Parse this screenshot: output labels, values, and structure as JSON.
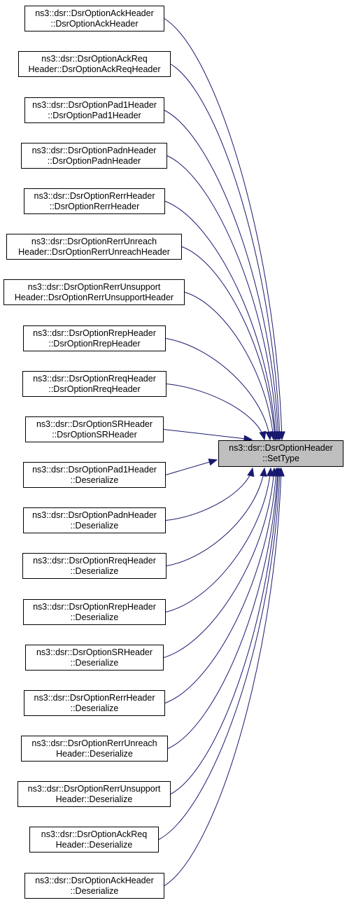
{
  "colors": {
    "edge": "#191970",
    "target_fill": "#bfbfbf",
    "node_fill": "#ffffff",
    "border": "#000000"
  },
  "target": {
    "line1": "ns3::dsr::DsrOptionHeader",
    "line2": "::SetType"
  },
  "callers": [
    {
      "line1": "ns3::dsr::DsrOptionAckHeader",
      "line2": "::DsrOptionAckHeader"
    },
    {
      "line1": "ns3::dsr::DsrOptionAckReq",
      "line2": "Header::DsrOptionAckReqHeader"
    },
    {
      "line1": "ns3::dsr::DsrOptionPad1Header",
      "line2": "::DsrOptionPad1Header"
    },
    {
      "line1": "ns3::dsr::DsrOptionPadnHeader",
      "line2": "::DsrOptionPadnHeader"
    },
    {
      "line1": "ns3::dsr::DsrOptionRerrHeader",
      "line2": "::DsrOptionRerrHeader"
    },
    {
      "line1": "ns3::dsr::DsrOptionRerrUnreach",
      "line2": "Header::DsrOptionRerrUnreachHeader"
    },
    {
      "line1": "ns3::dsr::DsrOptionRerrUnsupport",
      "line2": "Header::DsrOptionRerrUnsupportHeader"
    },
    {
      "line1": "ns3::dsr::DsrOptionRrepHeader",
      "line2": "::DsrOptionRrepHeader"
    },
    {
      "line1": "ns3::dsr::DsrOptionRreqHeader",
      "line2": "::DsrOptionRreqHeader"
    },
    {
      "line1": "ns3::dsr::DsrOptionSRHeader",
      "line2": "::DsrOptionSRHeader"
    },
    {
      "line1": "ns3::dsr::DsrOptionPad1Header",
      "line2": "::Deserialize"
    },
    {
      "line1": "ns3::dsr::DsrOptionPadnHeader",
      "line2": "::Deserialize"
    },
    {
      "line1": "ns3::dsr::DsrOptionRreqHeader",
      "line2": "::Deserialize"
    },
    {
      "line1": "ns3::dsr::DsrOptionRrepHeader",
      "line2": "::Deserialize"
    },
    {
      "line1": "ns3::dsr::DsrOptionSRHeader",
      "line2": "::Deserialize"
    },
    {
      "line1": "ns3::dsr::DsrOptionRerrHeader",
      "line2": "::Deserialize"
    },
    {
      "line1": "ns3::dsr::DsrOptionRerrUnreach",
      "line2": "Header::Deserialize"
    },
    {
      "line1": "ns3::dsr::DsrOptionRerrUnsupport",
      "line2": "Header::Deserialize"
    },
    {
      "line1": "ns3::dsr::DsrOptionAckReq",
      "line2": "Header::Deserialize"
    },
    {
      "line1": "ns3::dsr::DsrOptionAckHeader",
      "line2": "::Deserialize"
    }
  ]
}
